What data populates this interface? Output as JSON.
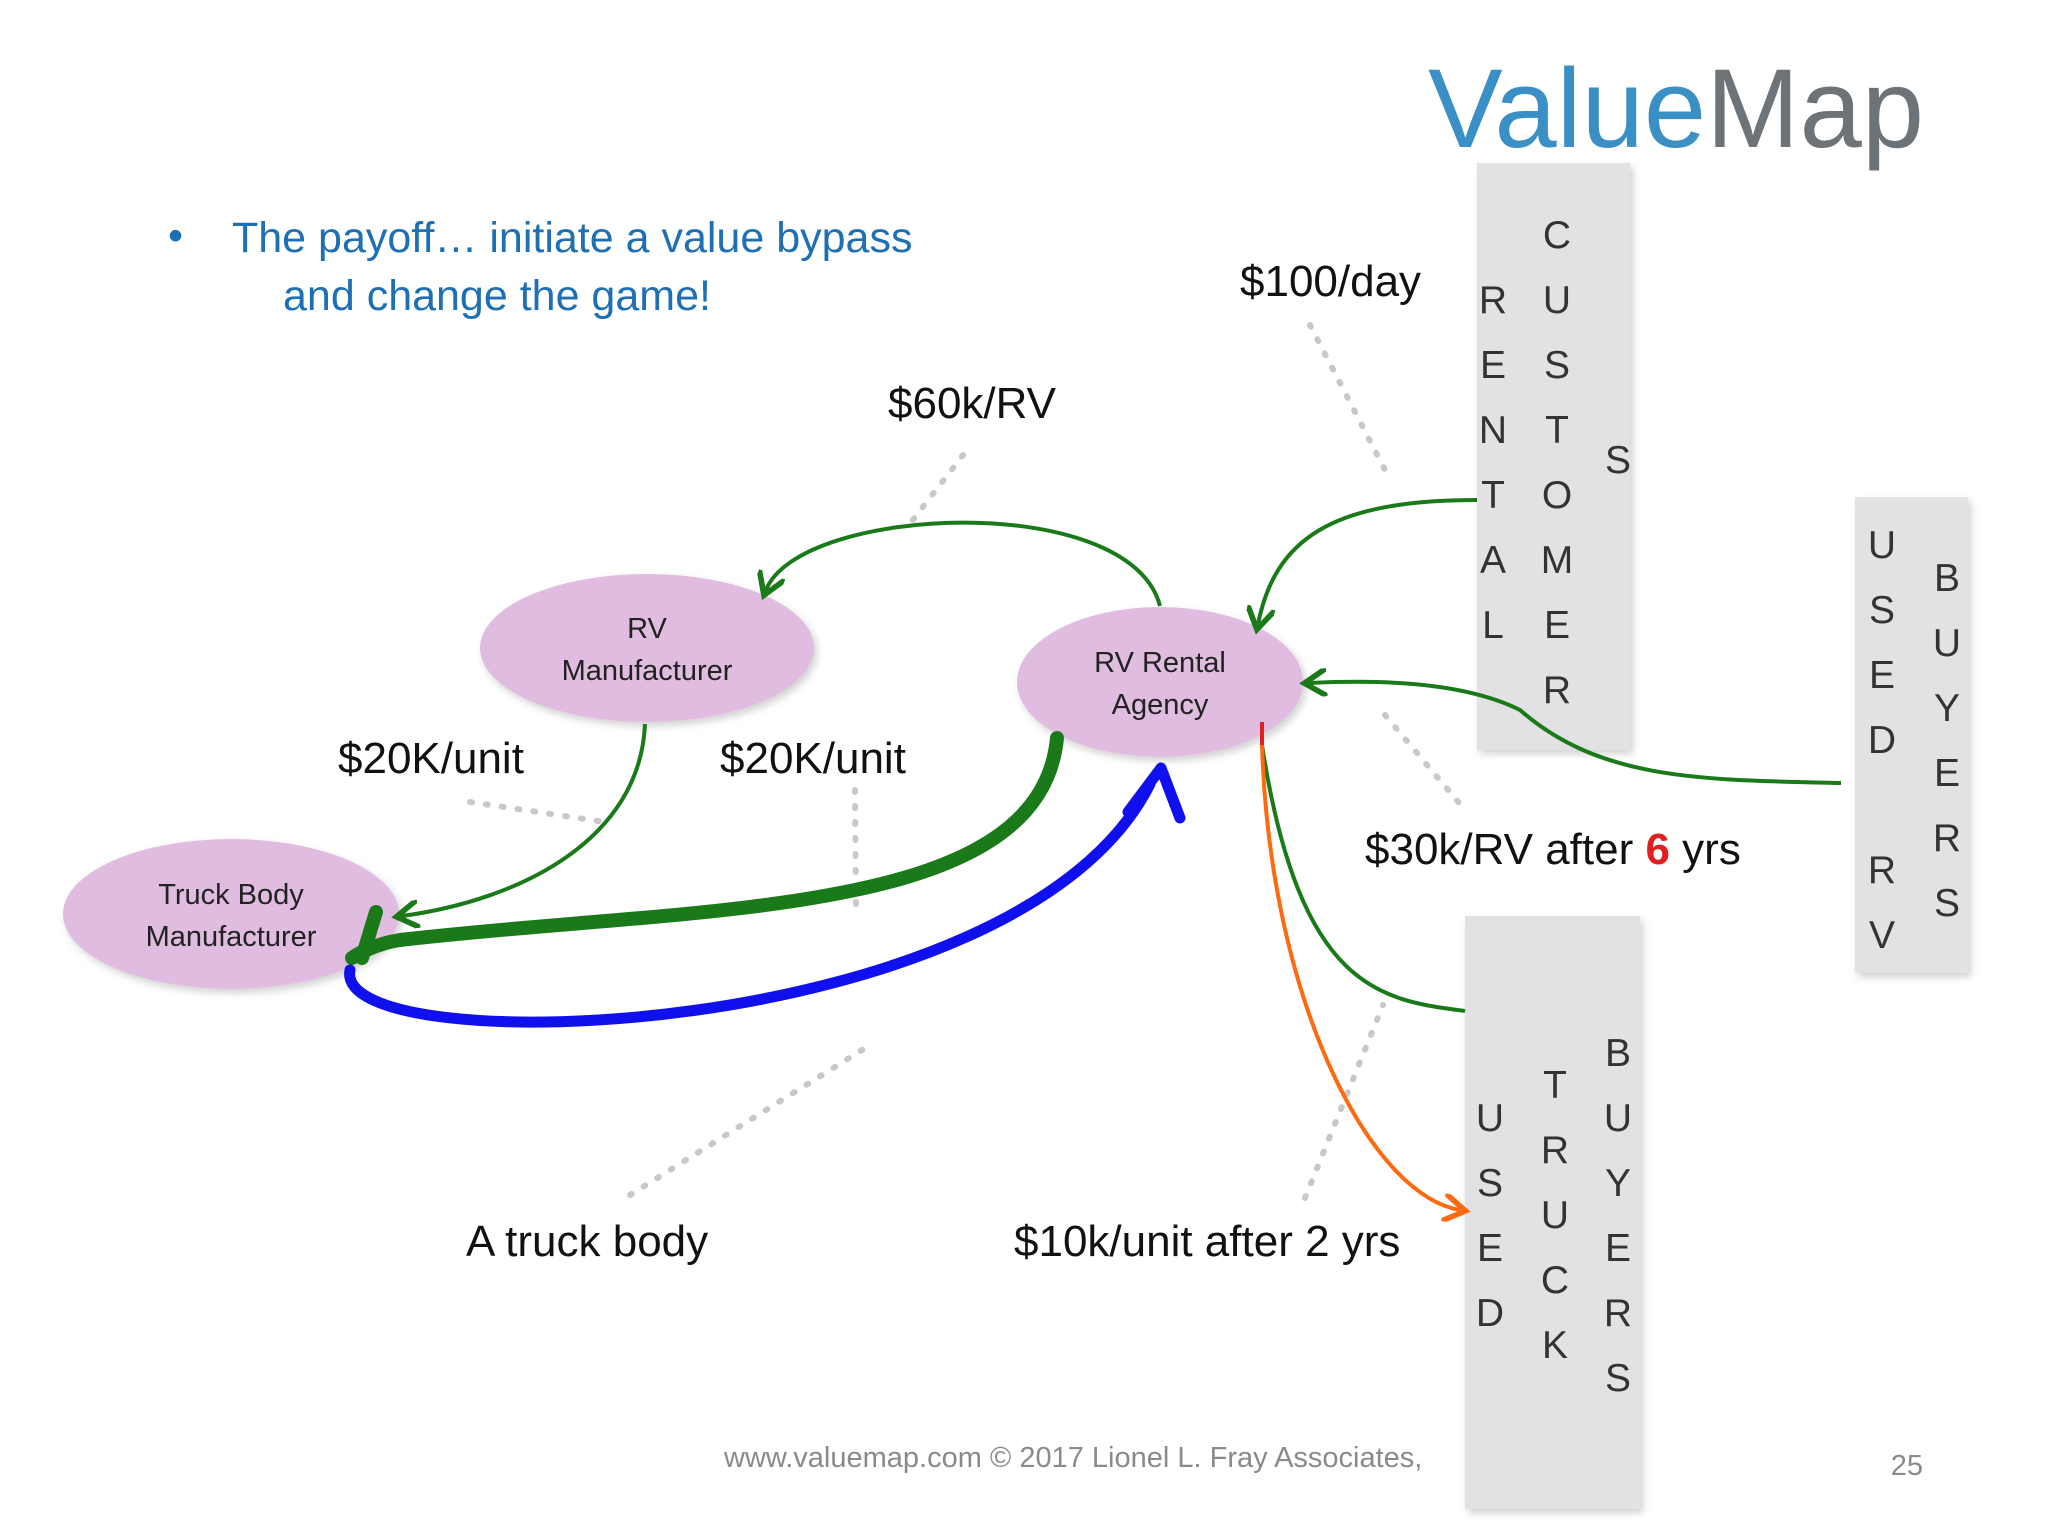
{
  "logo": {
    "part1": "Value",
    "part2": "Map"
  },
  "bullet": {
    "symbol": "•",
    "line1": "The payoff… initiate a value bypass",
    "line2": "and change the game!"
  },
  "nodes": {
    "rv_manufacturer": {
      "line1": "RV",
      "line2": "Manufacturer"
    },
    "rv_rental_agency": {
      "line1": "RV Rental",
      "line2": "Agency"
    },
    "truck_body_manufacturer": {
      "line1": "Truck Body",
      "line2": "Manufacturer"
    }
  },
  "boxes": {
    "rental_customers": {
      "col1": [
        "R",
        "E",
        "N",
        "T",
        "A",
        "L"
      ],
      "col2": [
        "C",
        "U",
        "S",
        "T",
        "O",
        "M",
        "E",
        "R"
      ],
      "col3": [
        "S"
      ]
    },
    "used_rv_buyers": {
      "col1": [
        "U",
        "S",
        "E",
        "D",
        "R",
        "V"
      ],
      "col2": [
        "B",
        "U",
        "Y",
        "E",
        "R",
        "S"
      ]
    },
    "used_truck_buyers": {
      "col1": [
        "U",
        "S",
        "E",
        "D"
      ],
      "col2": [
        "T",
        "R",
        "U",
        "C",
        "K"
      ],
      "col3": [
        "B",
        "U",
        "Y",
        "E",
        "R",
        "S"
      ]
    }
  },
  "labels": {
    "per_day": "$100/day",
    "per_rv": "$60k/RV",
    "per_unit_left": "$20K/unit",
    "per_unit_mid": "$20K/unit",
    "resale_rv_pre": "$30k/RV after ",
    "resale_rv_years": "6",
    "resale_rv_post": " yrs",
    "truck_body": "A truck body",
    "resale_truck": "$10k/unit after 2 yrs"
  },
  "footer": {
    "copyright": "www.valuemap.com © 2017 Lionel L. Fray Associates,",
    "page_number": "25"
  },
  "colors": {
    "node_fill": "#e0bde0",
    "box_fill": "#e2e2e4",
    "flow_green": "#1a7a1a",
    "bypass_blue": "#1010ee",
    "resale_orange": "#ff6a10",
    "title_blue": "#1f6fb5",
    "highlight_red": "#e02020"
  }
}
